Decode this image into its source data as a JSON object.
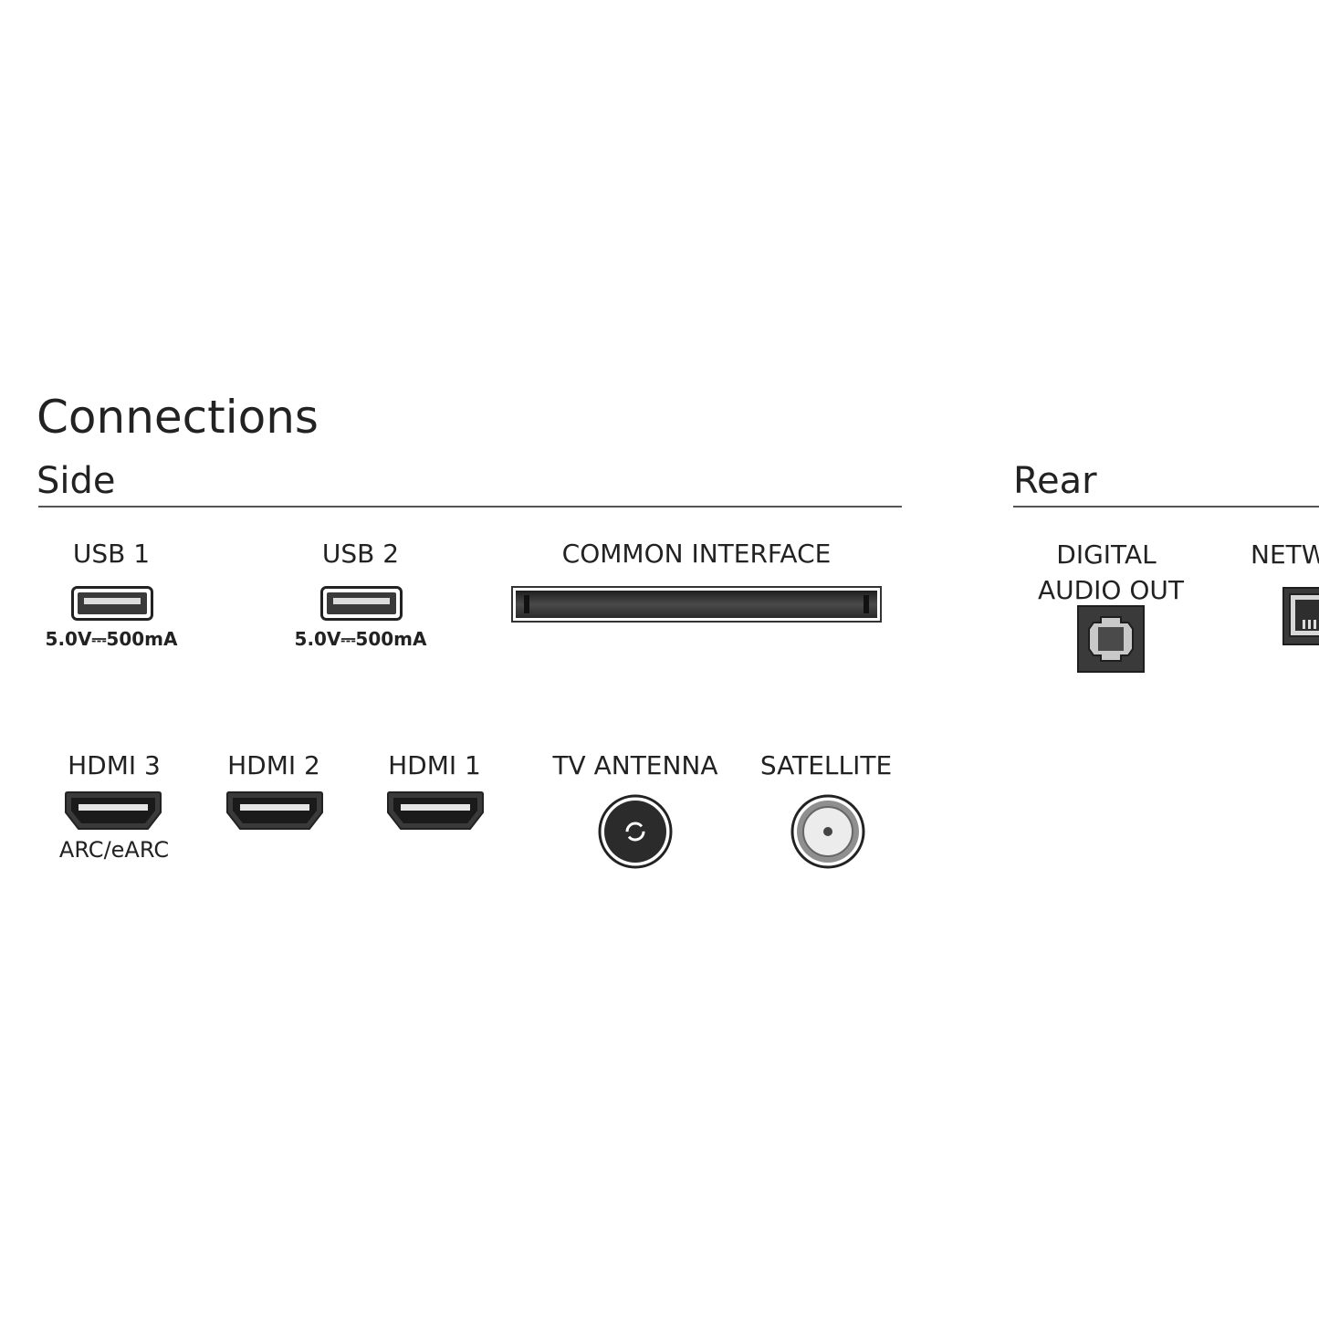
{
  "title": "Connections",
  "side": {
    "heading": "Side",
    "usb": [
      {
        "label": "USB 1",
        "rating": "5.0V⎓500mA",
        "icon": "usb-port-icon"
      },
      {
        "label": "USB 2",
        "rating": "5.0V⎓500mA",
        "icon": "usb-port-icon"
      }
    ],
    "common_interface": {
      "label": "COMMON INTERFACE",
      "icon": "ci-slot-icon"
    },
    "hdmi": [
      {
        "label": "HDMI 3",
        "note": "ARC/eARC",
        "icon": "hdmi-port-icon"
      },
      {
        "label": "HDMI 2",
        "icon": "hdmi-port-icon"
      },
      {
        "label": "HDMI 1",
        "icon": "hdmi-port-icon"
      }
    ],
    "tv_antenna": {
      "label": "TV ANTENNA",
      "icon": "coax-antenna-icon"
    },
    "satellite": {
      "label": "SATELLITE",
      "icon": "satellite-f-connector-icon"
    }
  },
  "rear": {
    "heading": "Rear",
    "digital_audio": {
      "line1": "DIGITAL",
      "line2": "AUDIO OUT",
      "icon": "optical-audio-icon"
    },
    "network": {
      "label": "NETW",
      "icon": "ethernet-port-icon"
    }
  },
  "colors": {
    "text": "#222222",
    "rule": "#555555",
    "port": "#3a3a3a",
    "background": "#ffffff"
  }
}
